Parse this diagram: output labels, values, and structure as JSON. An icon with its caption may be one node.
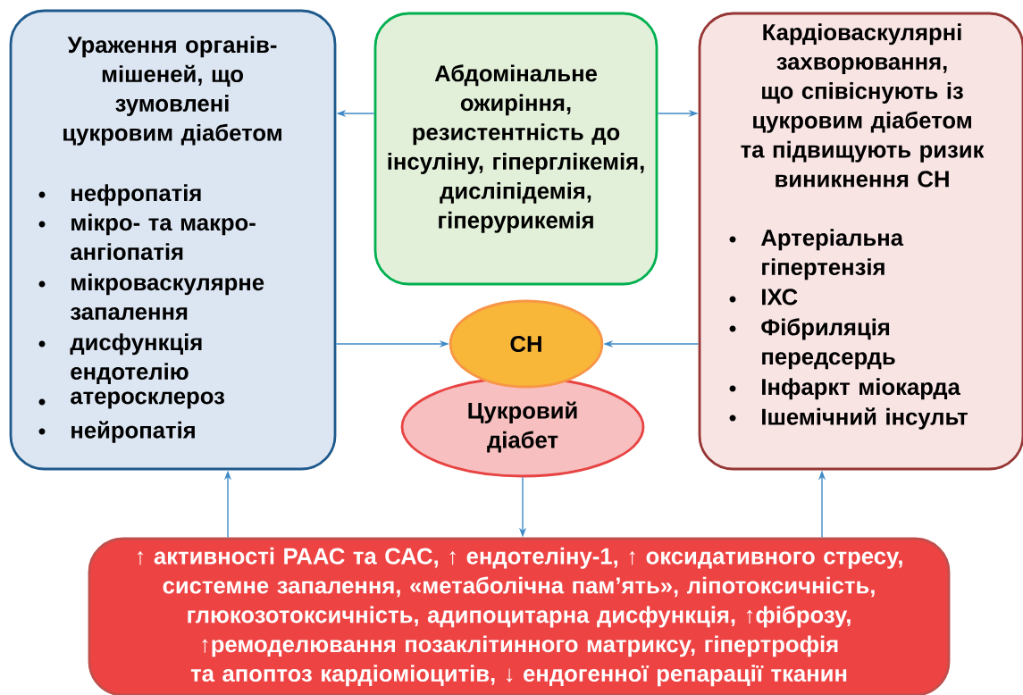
{
  "diagram": {
    "nodes": [
      {
        "text": [
          "Ураження органів-мішеней, що зумовлені цукровим діабетом",
          "нефропатія",
          "мікро- та макро- ангіопатія",
          "мікроваскулярне запалення",
          "дисфункція ендотелію",
          "атеросклероз",
          "нейропатія"
        ]
      },
      {
        "text": [
          "Абдомінальне ожиріння, резистентність до інсуліну, гіперглікемія, дисліпідемія, гіперурикемія"
        ]
      },
      {
        "text": [
          "Кардіоваскулярні захворювання, що співіснують із цукровим діабетом та підвищують ризик виникнення СН",
          "Артеріальна гіпертензія",
          "ІХС",
          "Фібриляція передсердь",
          "Інфаркт міокарда",
          "Ішемічний інсульт"
        ]
      },
      {
        "text": [
          "СН"
        ]
      },
      {
        "text": [
          "Цукровий діабет"
        ]
      },
      {
        "text": [
          "↑ активності РААС та САС, ↑ ендотеліну-1, ↑ оксидативного стресу, системне запалення, «метаболічна пам’ять», ліпотоксичність, глюкозотоксичність, адипоцитарна дисфункція, ↑фіброзу, ↑ремоделювання позаклітинного матриксу, гіпертрофія та апоптоз кардіоміоцитів, ↓ ендогенної репарації тканин"
        ]
      }
    ],
    "edges": [
      {
        "from": 1,
        "to": 0,
        "arrow": "to"
      },
      {
        "from": 1,
        "to": 2,
        "arrow": "to"
      },
      {
        "from": 0,
        "to": 3,
        "arrow": "to"
      },
      {
        "from": 2,
        "to": 3,
        "arrow": "to"
      },
      {
        "from": 5,
        "to": 0,
        "arrow": "to"
      },
      {
        "from": 4,
        "to": 5,
        "arrow": "to"
      },
      {
        "from": 5,
        "to": 2,
        "arrow": "to"
      }
    ]
  }
}
